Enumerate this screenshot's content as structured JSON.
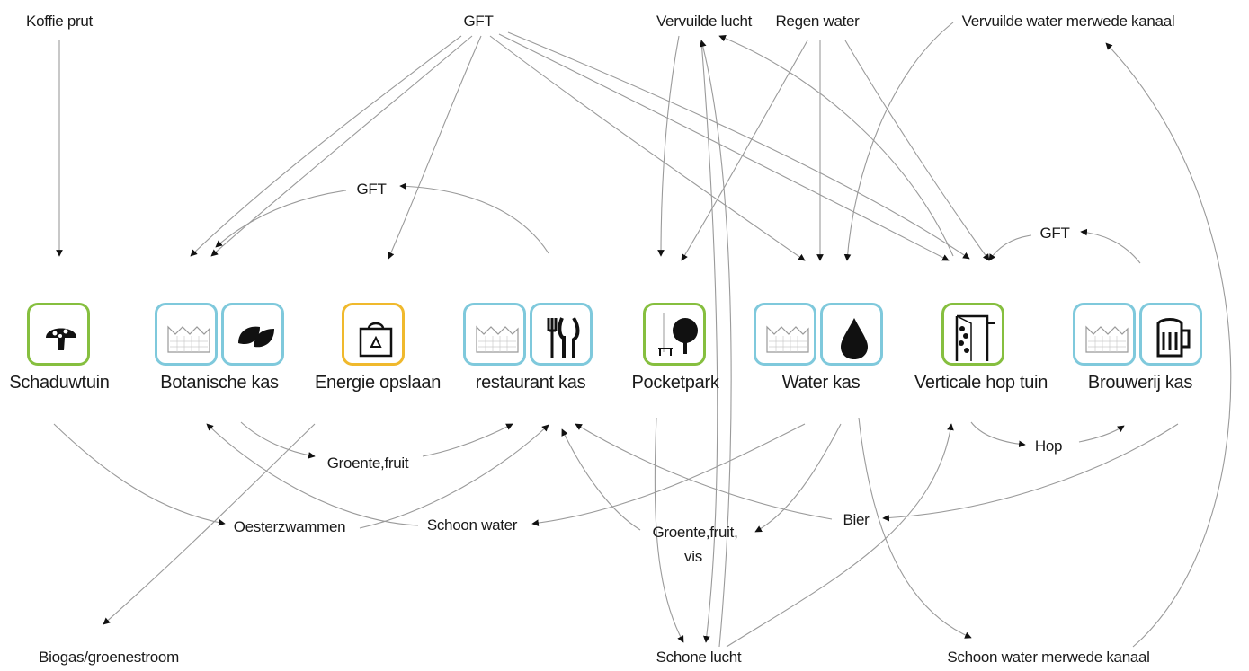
{
  "colors": {
    "blue": "#7fc9dc",
    "green": "#86bf3f",
    "yellow": "#f0b92d",
    "line": "#9a9a9a"
  },
  "nodes": [
    {
      "id": "schaduwtuin",
      "name": "Schaduwtuin",
      "icons": [
        "mushroom-icon"
      ]
    },
    {
      "id": "botanische",
      "name": "Botanische kas",
      "icons": [
        "greenhouse-icon",
        "leaves-icon"
      ]
    },
    {
      "id": "energie",
      "name": "Energie opslaan",
      "icons": [
        "recycle-bag-icon"
      ]
    },
    {
      "id": "restaurant",
      "name": "restaurant kas",
      "icons": [
        "greenhouse-icon",
        "cutlery-icon"
      ]
    },
    {
      "id": "pocketpark",
      "name": "Pocketpark",
      "icons": [
        "tree-bench-icon"
      ]
    },
    {
      "id": "water",
      "name": "Water kas",
      "icons": [
        "greenhouse-icon",
        "water-drop-icon"
      ]
    },
    {
      "id": "hop",
      "name": "Verticale hop tuin",
      "icons": [
        "vertical-garden-icon"
      ]
    },
    {
      "id": "brouwerij",
      "name": "Brouwerij kas",
      "icons": [
        "greenhouse-icon",
        "beer-mug-icon"
      ]
    }
  ],
  "flow_labels": {
    "koffie_prut": "Koffie prut",
    "gft_top": "GFT",
    "vervuilde_lucht": "Vervuilde lucht",
    "regen_water": "Regen water",
    "vervuilde_water": "Vervuilde water merwede kanaal",
    "gft_mid": "GFT",
    "gft_right": "GFT",
    "groente_fruit": "Groente,fruit",
    "hop": "Hop",
    "oesterzwammen": "Oesterzwammen",
    "schoon_water": "Schoon water",
    "groente_fruit_vis_1": "Groente,fruit,",
    "groente_fruit_vis_2": "vis",
    "bier": "Bier",
    "biogas": "Biogas/groenestroom",
    "schone_lucht": "Schone lucht",
    "schoon_water_merwede": "Schoon water merwede kanaal"
  }
}
